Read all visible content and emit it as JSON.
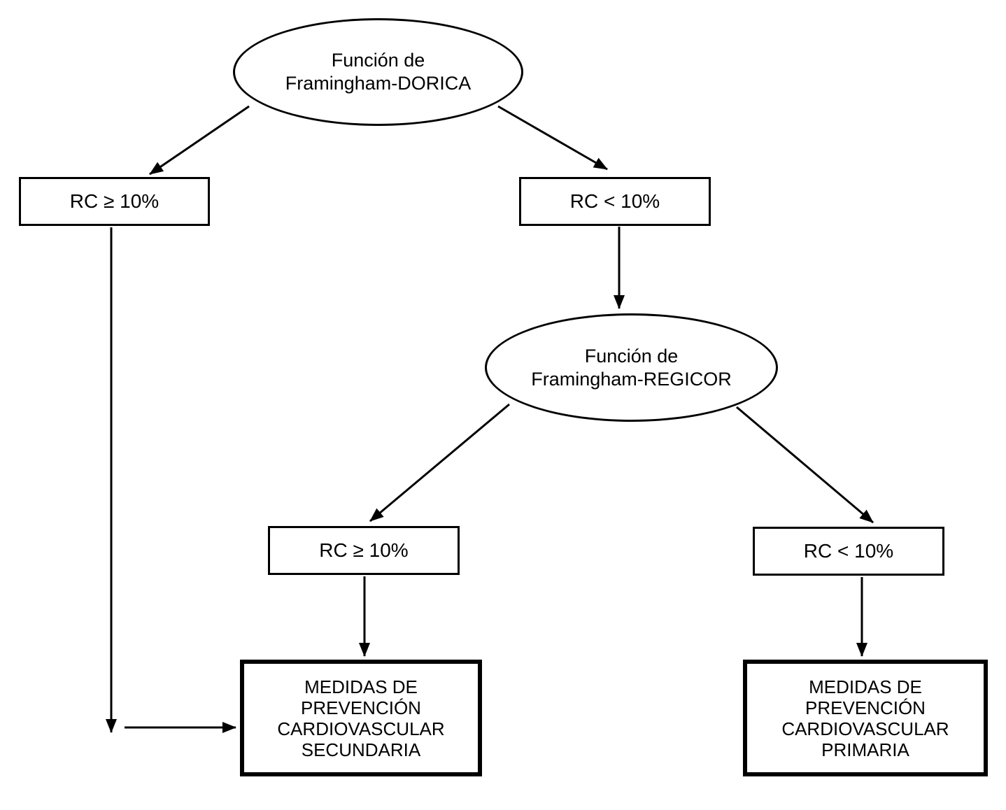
{
  "colors": {
    "stroke": "#000000",
    "background": "#ffffff",
    "text": "#000000"
  },
  "nodes": {
    "dorica": {
      "shape": "ellipse",
      "lines": [
        "Función de",
        "Framingham-DORICA"
      ]
    },
    "rc_ge_left": {
      "shape": "rectangle",
      "label": "RC ≥ 10%"
    },
    "rc_lt_top": {
      "shape": "rectangle",
      "label": "RC < 10%"
    },
    "regicor": {
      "shape": "ellipse",
      "lines": [
        "Función de",
        "Framingham-REGICOR"
      ]
    },
    "rc_ge_mid": {
      "shape": "rectangle",
      "label": "RC ≥ 10%"
    },
    "rc_lt_bottom": {
      "shape": "rectangle",
      "label": "RC < 10%"
    },
    "secundaria": {
      "shape": "bold-rectangle",
      "lines": [
        "MEDIDAS DE",
        "PREVENCIÓN",
        "CARDIOVASCULAR",
        "SECUNDARIA"
      ]
    },
    "primaria": {
      "shape": "bold-rectangle",
      "lines": [
        "MEDIDAS DE",
        "PREVENCIÓN",
        "CARDIOVASCULAR",
        "PRIMARIA"
      ]
    }
  },
  "edges": [
    {
      "from": "dorica",
      "to": "rc_ge_left"
    },
    {
      "from": "dorica",
      "to": "rc_lt_top"
    },
    {
      "from": "rc_lt_top",
      "to": "regicor"
    },
    {
      "from": "regicor",
      "to": "rc_ge_mid"
    },
    {
      "from": "regicor",
      "to": "rc_lt_bottom"
    },
    {
      "from": "rc_ge_mid",
      "to": "secundaria"
    },
    {
      "from": "rc_lt_bottom",
      "to": "primaria"
    },
    {
      "from": "rc_ge_left",
      "to": "secundaria"
    }
  ]
}
